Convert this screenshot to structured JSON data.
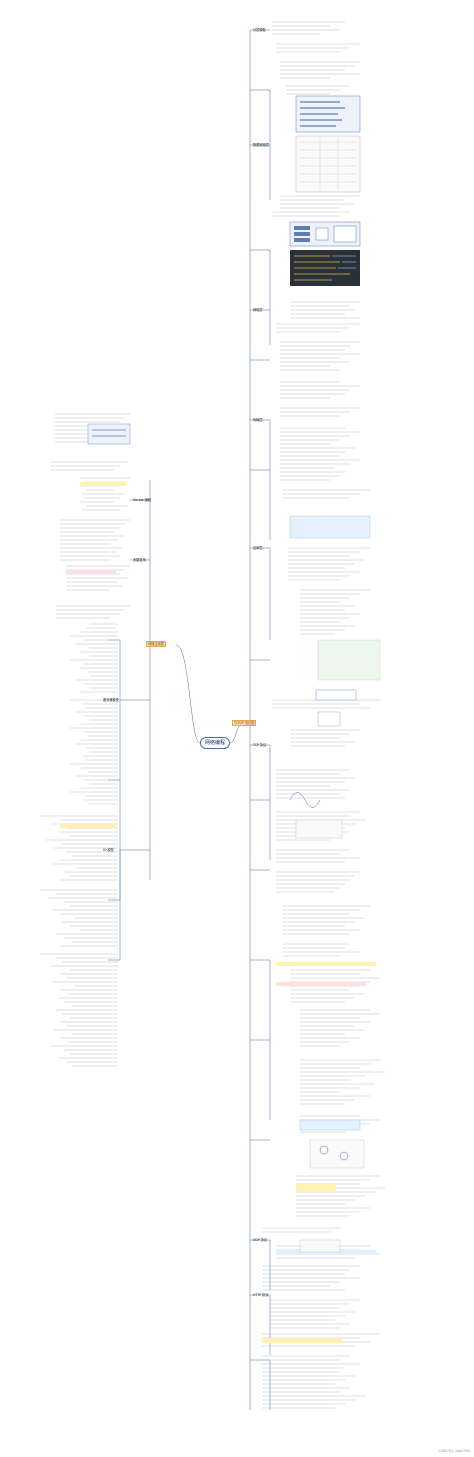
{
  "root": {
    "label": "网络编程"
  },
  "branches": {
    "right_main": {
      "label": "TCP/IP 协议族"
    },
    "left_main": {
      "label": "网络应用层"
    },
    "left_topics": [
      {
        "label": "Socket 编程"
      },
      {
        "label": "多路复用"
      },
      {
        "label": "服务器模型"
      },
      {
        "label": "IO 模型"
      }
    ],
    "right_topics": [
      {
        "label": "分层模型"
      },
      {
        "label": "数据链路层"
      },
      {
        "label": "网络层"
      },
      {
        "label": "传输层"
      },
      {
        "label": "应用层"
      },
      {
        "label": "TCP 协议"
      },
      {
        "label": "UDP 协议"
      },
      {
        "label": "HTTP 协议"
      }
    ]
  },
  "watermark": "CSDN @y_xiao1996",
  "colors": {
    "line": "#4a6fa5",
    "topic_fill": "#fbe3b7",
    "topic_border": "#e0a64a",
    "panel_blue": "#5b7fb5",
    "panel_dark": "#2b2f36"
  }
}
